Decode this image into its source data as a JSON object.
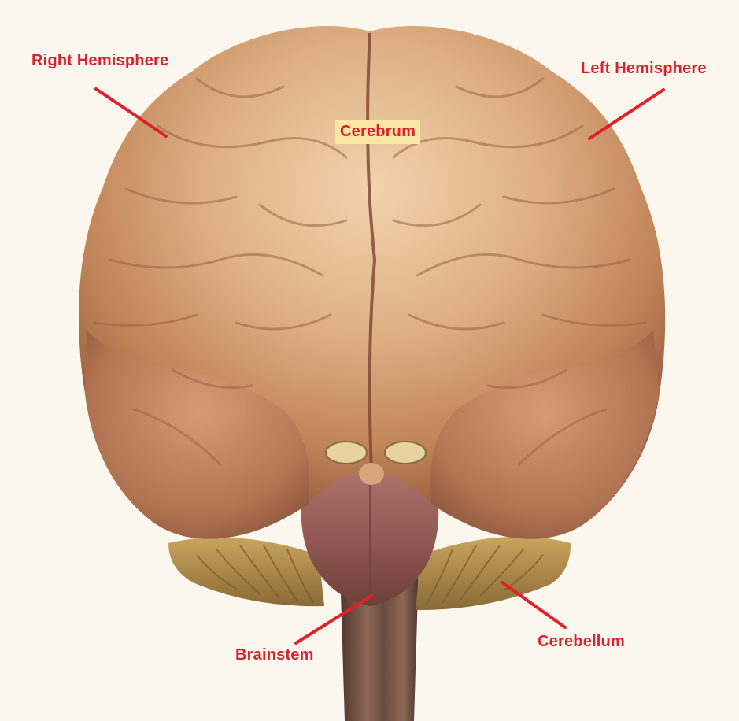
{
  "labels": {
    "right_hemisphere": "Right Hemisphere",
    "left_hemisphere": "Left Hemisphere",
    "cerebrum": "Cerebrum",
    "brainstem": "Brainstem",
    "cerebellum": "Cerebellum"
  },
  "colors": {
    "background": "#fbf6ee",
    "label_text": "#e0202a",
    "pointer_line": "#e0202a",
    "cerebrum_label_bg": "#fbe7a4",
    "cortex_light": "#e9c39b",
    "cortex_mid": "#c98d61",
    "cortex_dark": "#8a5238",
    "temporal_shadow": "#7a4536",
    "brainstem": "#9a5a57",
    "cerebellum": "#b38d4c",
    "spinal_cord": "#6b4a3c"
  }
}
